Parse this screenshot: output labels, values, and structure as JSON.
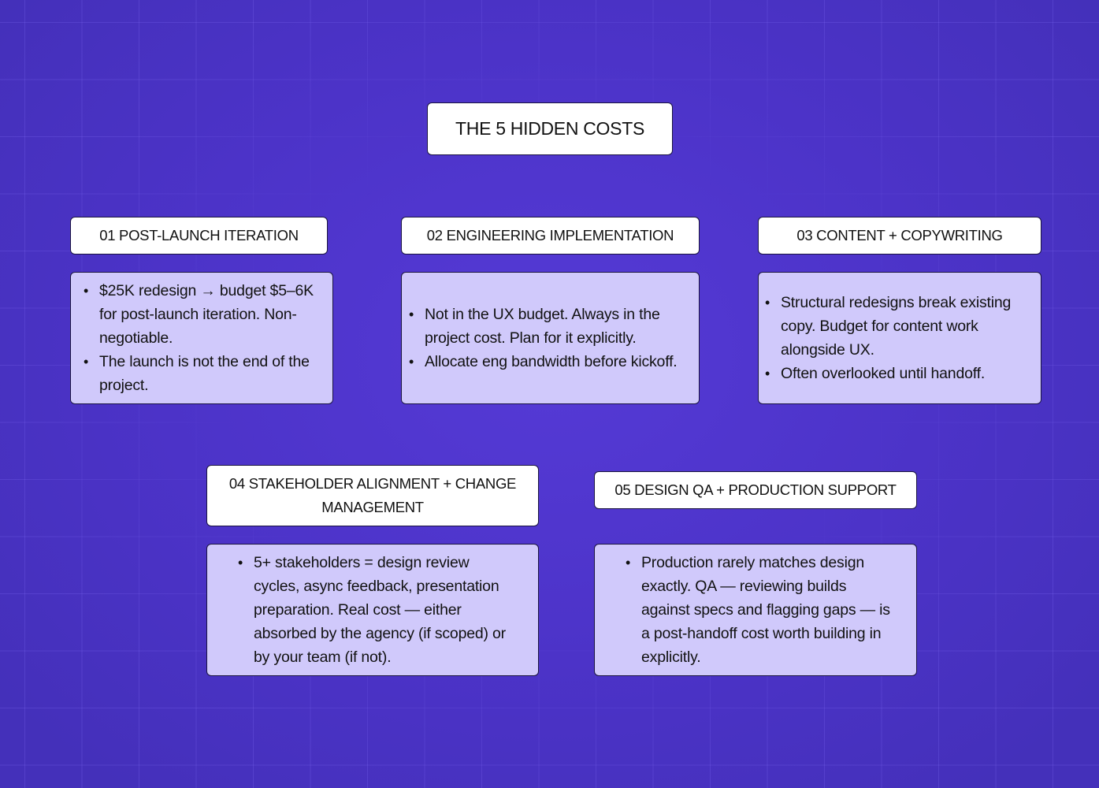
{
  "title": "THE 5 HIDDEN COSTS",
  "colors": {
    "background": "#4c33c8",
    "header_box": "#ffffff",
    "body_box": "#d0c9fb",
    "border": "#1a1440",
    "text": "#111111"
  },
  "costs": [
    {
      "heading": "01 POST-LAUNCH ITERATION",
      "bullets": [
        "$25K redesign → budget $5–6K for post-launch iteration. Non-negotiable.",
        "The launch is not the end of the project."
      ]
    },
    {
      "heading": "02 ENGINEERING IMPLEMENTATION",
      "bullets": [
        "Not in the UX budget. Always in the project cost. Plan for it explicitly.",
        "Allocate eng bandwidth before kickoff."
      ]
    },
    {
      "heading": "03 CONTENT + COPYWRITING",
      "bullets": [
        "Structural redesigns break existing copy. Budget for content work alongside UX.",
        "Often overlooked until handoff."
      ]
    },
    {
      "heading": "04 STAKEHOLDER ALIGNMENT + CHANGE MANAGEMENT",
      "bullets": [
        "5+ stakeholders = design review cycles, async feedback, presentation preparation. Real cost — either absorbed by the agency (if scoped) or by your team (if not)."
      ]
    },
    {
      "heading": "05 DESIGN QA + PRODUCTION SUPPORT",
      "bullets": [
        "Production rarely matches design exactly. QA — reviewing builds against specs and flagging gaps — is a post-handoff cost worth building in explicitly."
      ]
    }
  ]
}
